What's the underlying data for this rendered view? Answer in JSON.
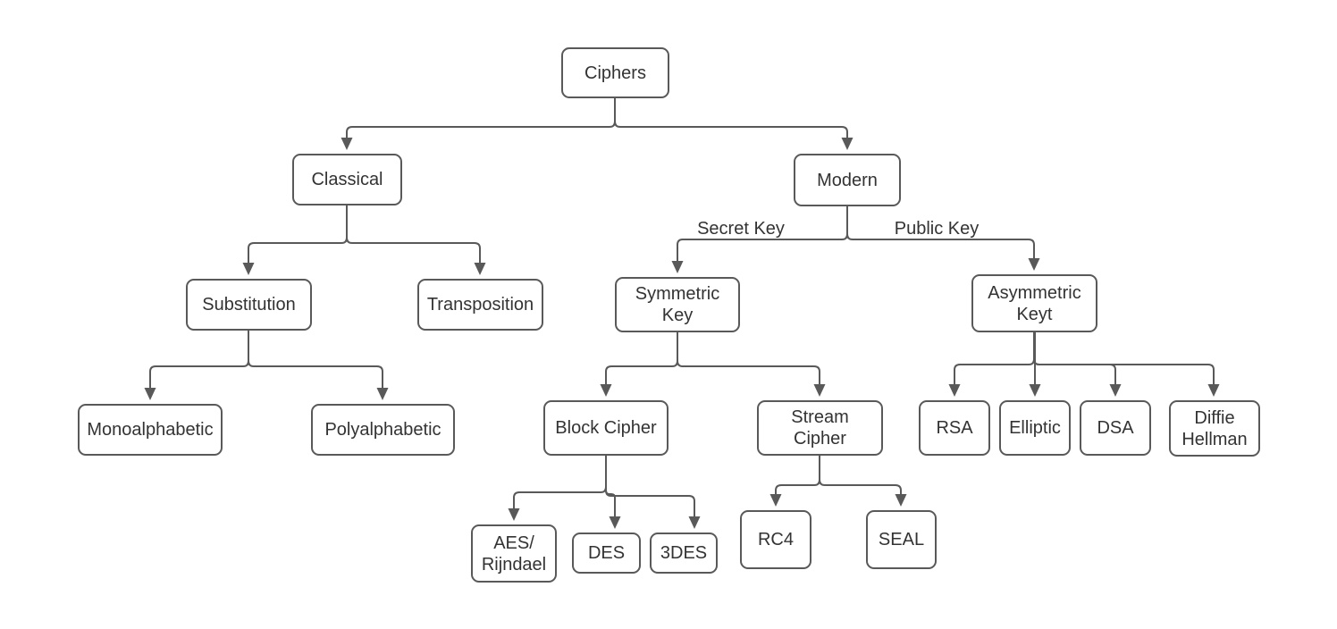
{
  "diagram": {
    "nodes": {
      "ciphers": {
        "label": "Ciphers"
      },
      "classical": {
        "label": "Classical"
      },
      "modern": {
        "label": "Modern"
      },
      "substitution": {
        "label": "Substitution"
      },
      "transposition": {
        "label": "Transposition"
      },
      "symmetric_key": {
        "label": "Symmetric\nKey"
      },
      "asymmetric_key": {
        "label": "Asymmetric\nKeyt"
      },
      "monoalphabetic": {
        "label": "Monoalphabetic"
      },
      "polyalphabetic": {
        "label": "Polyalphabetic"
      },
      "block_cipher": {
        "label": "Block Cipher"
      },
      "stream_cipher": {
        "label": "Stream\nCipher"
      },
      "rsa": {
        "label": "RSA"
      },
      "elliptic": {
        "label": "Elliptic"
      },
      "dsa": {
        "label": "DSA"
      },
      "diffie_hellman": {
        "label": "Diffie\nHellman"
      },
      "aes_rijndael": {
        "label": "AES/\nRijndael"
      },
      "des": {
        "label": "DES"
      },
      "triple_des": {
        "label": "3DES"
      },
      "rc4": {
        "label": "RC4"
      },
      "seal": {
        "label": "SEAL"
      }
    },
    "edge_labels": {
      "secret_key": "Secret Key",
      "public_key": "Public Key"
    },
    "colors": {
      "background": "#ffffff",
      "node_fill": "#ffffff",
      "node_border": "#595959",
      "connector": "#595959",
      "arrowhead": "#595959",
      "text": "#333333"
    }
  }
}
